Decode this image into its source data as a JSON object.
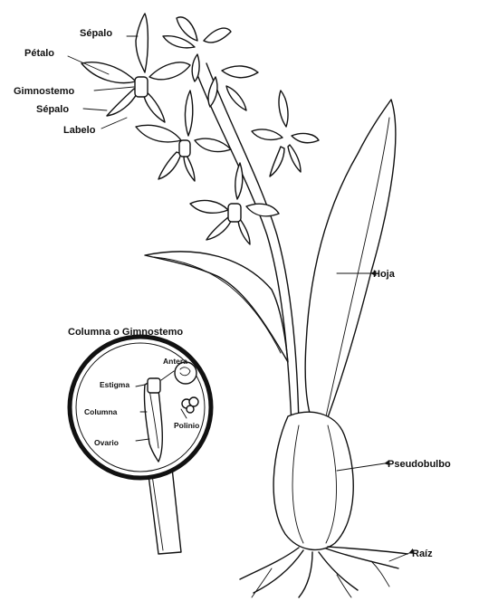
{
  "labels": {
    "sepalo_top": "Sépalo",
    "petalo": "Pétalo",
    "gimnostemo": "Gimnostemo",
    "sepalo_lower": "Sépalo",
    "labelo": "Labelo",
    "hoja": "Hoja",
    "pseudobulbo": "Pseudobulbo",
    "raiz": "Raíz"
  },
  "inset": {
    "title": "Columna o Gimnostemo",
    "antera": "Antera",
    "estigma": "Estigma",
    "columna": "Columna",
    "polinio": "Polinio",
    "ovario": "Ovario"
  }
}
